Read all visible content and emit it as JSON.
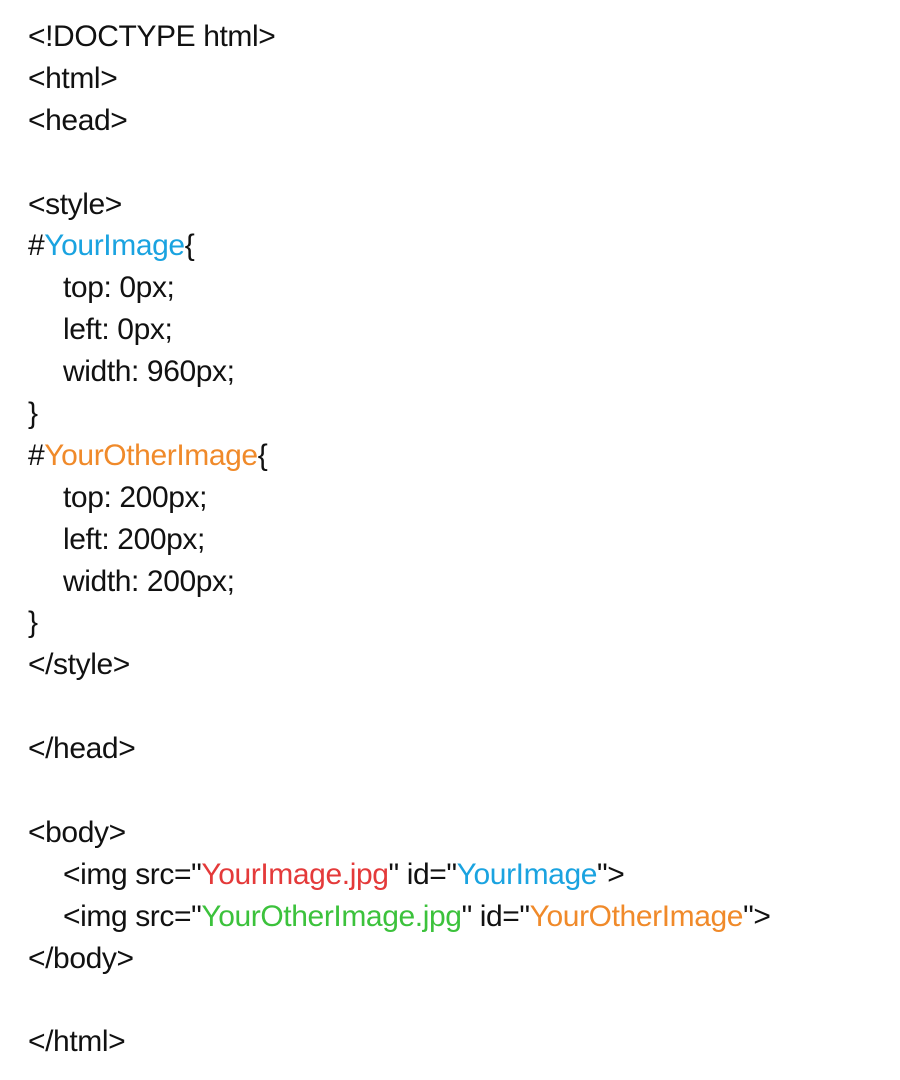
{
  "colors": {
    "text": "#111111",
    "blue": "#1aa3e0",
    "orange": "#f08a2a",
    "red": "#e43a3a",
    "green": "#3cc23c"
  },
  "lines": [
    {
      "indent": false,
      "segments": [
        {
          "text": "<!DOCTYPE html>",
          "color": "text"
        }
      ]
    },
    {
      "indent": false,
      "segments": [
        {
          "text": "<html>",
          "color": "text"
        }
      ]
    },
    {
      "indent": false,
      "segments": [
        {
          "text": "<head>",
          "color": "text"
        }
      ]
    },
    {
      "indent": false,
      "segments": []
    },
    {
      "indent": false,
      "segments": [
        {
          "text": "<style>",
          "color": "text"
        }
      ]
    },
    {
      "indent": false,
      "segments": [
        {
          "text": "#",
          "color": "text"
        },
        {
          "text": "YourImage",
          "color": "blue"
        },
        {
          "text": "{",
          "color": "text"
        }
      ]
    },
    {
      "indent": true,
      "segments": [
        {
          "text": "top: 0px;",
          "color": "text"
        }
      ]
    },
    {
      "indent": true,
      "segments": [
        {
          "text": "left: 0px;",
          "color": "text"
        }
      ]
    },
    {
      "indent": true,
      "segments": [
        {
          "text": "width: 960px;",
          "color": "text"
        }
      ]
    },
    {
      "indent": false,
      "segments": [
        {
          "text": "}",
          "color": "text"
        }
      ]
    },
    {
      "indent": false,
      "segments": [
        {
          "text": "#",
          "color": "text"
        },
        {
          "text": "YourOtherImage",
          "color": "orange"
        },
        {
          "text": "{",
          "color": "text"
        }
      ]
    },
    {
      "indent": true,
      "segments": [
        {
          "text": "top: 200px;",
          "color": "text"
        }
      ]
    },
    {
      "indent": true,
      "segments": [
        {
          "text": "left: 200px;",
          "color": "text"
        }
      ]
    },
    {
      "indent": true,
      "segments": [
        {
          "text": "width: 200px;",
          "color": "text"
        }
      ]
    },
    {
      "indent": false,
      "segments": [
        {
          "text": "}",
          "color": "text"
        }
      ]
    },
    {
      "indent": false,
      "segments": [
        {
          "text": "</style>",
          "color": "text"
        }
      ]
    },
    {
      "indent": false,
      "segments": []
    },
    {
      "indent": false,
      "segments": [
        {
          "text": "</head>",
          "color": "text"
        }
      ]
    },
    {
      "indent": false,
      "segments": []
    },
    {
      "indent": false,
      "segments": [
        {
          "text": "<body>",
          "color": "text"
        }
      ]
    },
    {
      "indent": true,
      "segments": [
        {
          "text": "<img src=\"",
          "color": "text"
        },
        {
          "text": "YourImage.jpg",
          "color": "red"
        },
        {
          "text": "\" id=\"",
          "color": "text"
        },
        {
          "text": "YourImage",
          "color": "blue"
        },
        {
          "text": "\">",
          "color": "text"
        }
      ]
    },
    {
      "indent": true,
      "segments": [
        {
          "text": "<img src=\"",
          "color": "text"
        },
        {
          "text": "YourOtherImage.jpg",
          "color": "green"
        },
        {
          "text": "\" id=\"",
          "color": "text"
        },
        {
          "text": "YourOtherImage",
          "color": "orange"
        },
        {
          "text": "\">",
          "color": "text"
        }
      ]
    },
    {
      "indent": false,
      "segments": [
        {
          "text": "</body>",
          "color": "text"
        }
      ]
    },
    {
      "indent": false,
      "segments": []
    },
    {
      "indent": false,
      "segments": [
        {
          "text": "</html>",
          "color": "text"
        }
      ]
    }
  ]
}
